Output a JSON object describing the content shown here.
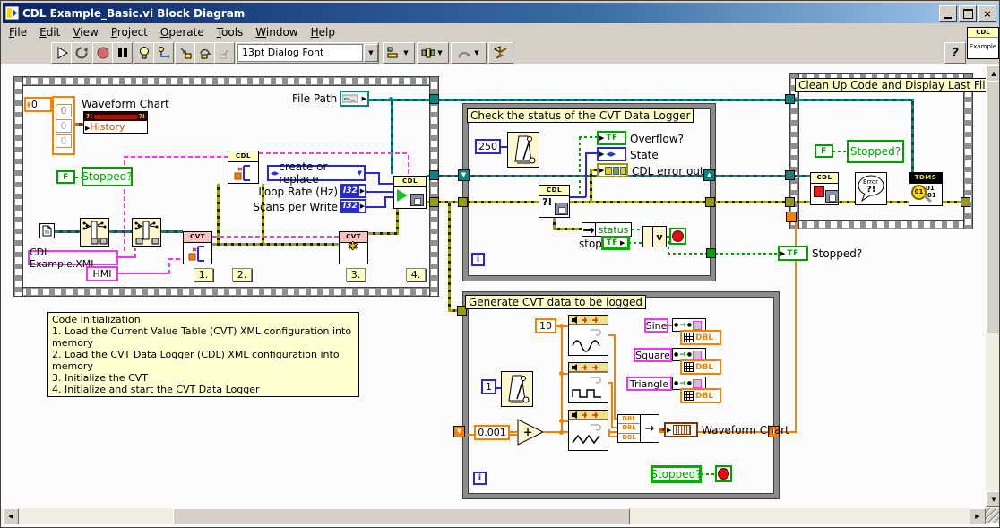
{
  "window": {
    "title": "CDL Example_Basic.vi Block Diagram"
  },
  "menu": {
    "items": [
      "File",
      "Edit",
      "View",
      "Project",
      "Operate",
      "Tools",
      "Window",
      "Help"
    ]
  },
  "toolbar": {
    "font_selector": "13pt Dialog Font",
    "help_label": "?"
  },
  "vi_icon": {
    "top": "CDL",
    "bottom": "Example"
  },
  "icons": {
    "close": "×",
    "dropdown": "▼",
    "arrow": "▶",
    "enum_lr": "◀▶",
    "left": "◀",
    "right": "▶",
    "up": "▲",
    "down": "▼",
    "sr_up": "▲",
    "sr_down": "▼",
    "tag_dot": "●",
    "tag_arrow": "→",
    "build_arrow": "→"
  },
  "nodes": {
    "cdl": "CDL",
    "cvt": "CVT",
    "tdms": "TDMS",
    "i32": "I32",
    "dbl": "DBL",
    "tf": "TF",
    "f": "F",
    "qexcl": "?!",
    "iter": "i",
    "or": "v",
    "plus": "+",
    "asterisk": "*",
    "error1": "Error",
    "error2": "?!",
    "bit": "01"
  },
  "left_seq": {
    "index": "0",
    "array": [
      "0",
      "0",
      "0"
    ],
    "chart_label": "Waveform Chart",
    "history": "History",
    "stopped": "Stopped?",
    "enum": "create or replace",
    "loop_rate": "Loop Rate (Hz)",
    "scans": "Scans per Write",
    "xml": "CDL Example.XML",
    "hmi": "HMI",
    "frames": [
      "1.",
      "2.",
      "3.",
      "4."
    ]
  },
  "file_path": {
    "label": "File Path"
  },
  "status_loop": {
    "title": "Check the status of the CVT Data Logger",
    "wait": "250",
    "overflow": "Overflow?",
    "state": "State",
    "error_out": "CDL error out",
    "unbundle": "status",
    "stop": "stop"
  },
  "mid": {
    "stopped": "Stopped?"
  },
  "gen_loop": {
    "title": "Generate CVT data to be logged",
    "amp": "10",
    "wait": "1",
    "signals": [
      "Sine",
      "Square",
      "Triangle"
    ],
    "increment": "0.001",
    "chart": "Waveform Chart",
    "stopped": "Stopped?"
  },
  "right_seq": {
    "title": "Clean Up Code and Display Last File",
    "stopped": "Stopped?"
  },
  "note": {
    "lines": [
      "Code Initialization",
      "1. Load the Current Value Table (CVT) XML configuration into memory",
      "2. Load the CVT Data Logger (CDL) XML configuration into memory",
      "3. Initialize the CVT",
      "4. Initialize and start the CVT Data Logger"
    ]
  },
  "colors": {
    "teal": "#0d8282",
    "error_yellow": "#9a9a00",
    "orange": "#f88000",
    "blue": "#2828d8",
    "pink": "#f434f4",
    "green": "#00a000",
    "label_yellow": "#ffffc8"
  }
}
